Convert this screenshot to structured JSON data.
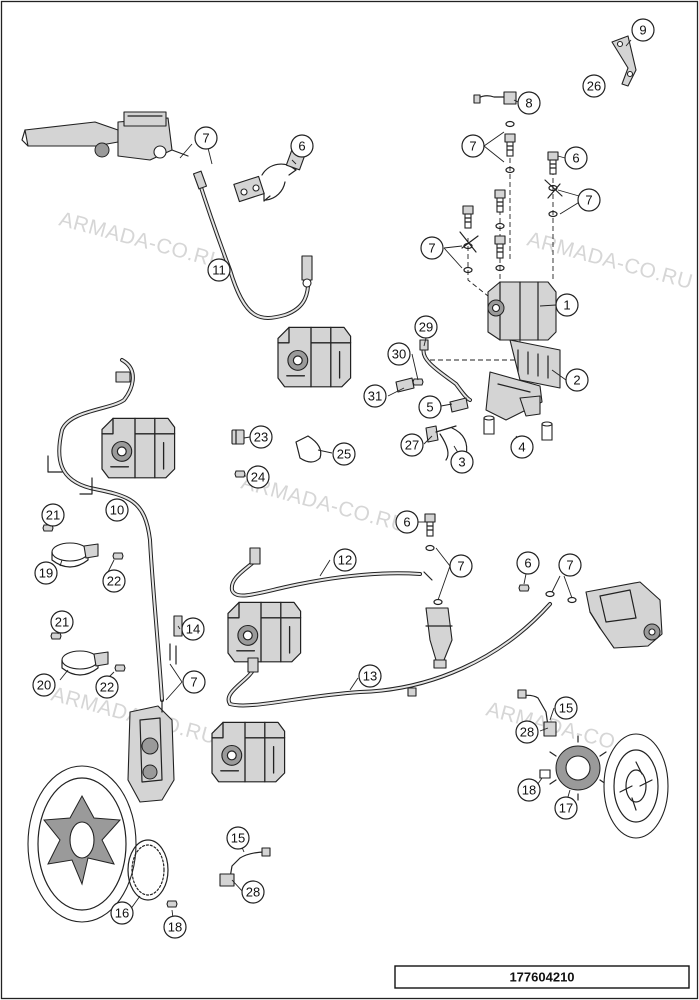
{
  "watermark": "ARMADA-CO.RU",
  "drawing_number": "177604210",
  "callouts": [
    "1",
    "2",
    "3",
    "4",
    "5",
    "6",
    "7",
    "8",
    "9",
    "10",
    "11",
    "12",
    "13",
    "14",
    "15",
    "16",
    "17",
    "18",
    "19",
    "20",
    "21",
    "22",
    "23",
    "24",
    "25",
    "26",
    "27",
    "28",
    "29",
    "30",
    "31"
  ]
}
